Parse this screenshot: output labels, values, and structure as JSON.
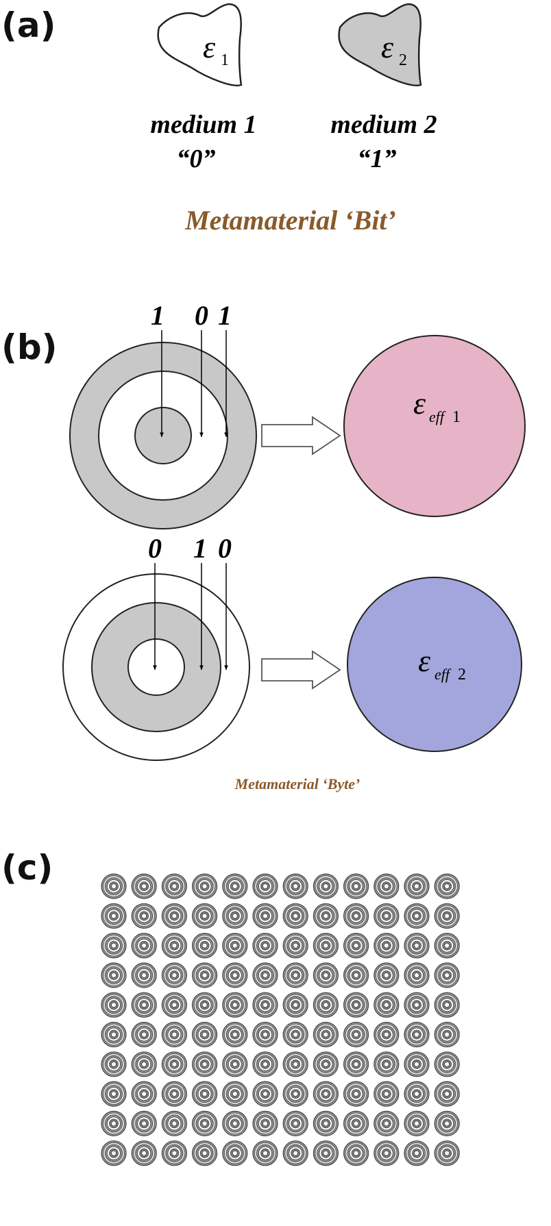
{
  "panels": {
    "a": {
      "label": "(a)",
      "medium1": {
        "symbol": "ε",
        "subscript": "1",
        "name": "medium 1",
        "bit": "“0”",
        "fill": "#ffffff"
      },
      "medium2": {
        "symbol": "ε",
        "subscript": "2",
        "name": "medium 2",
        "bit": "“1”",
        "fill": "#c8c8c8"
      },
      "title": "Metamaterial ‘Bit’"
    },
    "b": {
      "label": "(b)",
      "byte1": {
        "digits": [
          "1",
          "0",
          "1"
        ],
        "result_symbol": "ε",
        "result_subscript": "eff",
        "result_index": "1",
        "result_fill": "#e6b4c6"
      },
      "byte2": {
        "digits": [
          "0",
          "1",
          "0"
        ],
        "result_symbol": "ε",
        "result_subscript": "eff",
        "result_index": "2",
        "result_fill": "#a3a6dc"
      },
      "title": "Metamaterial ‘Byte’"
    },
    "c": {
      "label": "(c)",
      "grid": {
        "rows": 10,
        "cols": 12
      }
    }
  },
  "colors": {
    "gray": "#c8c8c8",
    "white": "#ffffff",
    "stroke": "#222222"
  }
}
